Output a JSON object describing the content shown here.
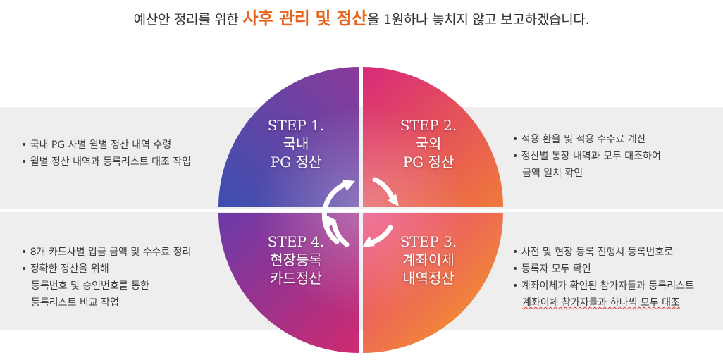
{
  "headline": {
    "prefix": "예산안 정리를 위한 ",
    "highlight": "사후 관리 및 정산",
    "suffix": "을 1원하나 놓치지 않고 보고하겠습니다."
  },
  "steps": [
    {
      "title": "STEP 1.",
      "line1": "국내",
      "line2": "PG 정산"
    },
    {
      "title": "STEP 2.",
      "line1": "국외",
      "line2": "PG 정산"
    },
    {
      "title": "STEP 3.",
      "line1": "계좌이체",
      "line2": "내역정산"
    },
    {
      "title": "STEP 4.",
      "line1": "현장등록",
      "line2": "카드정산"
    }
  ],
  "notes": {
    "top_left": [
      "• 국내 PG 사별 월별 정산 내역 수령",
      "• 월별 정산 내역과 등록리스트 대조 작업"
    ],
    "top_right": [
      "• 적용 환율 및 적용 수수료 계산",
      "• 정산별 통장 내역과 모두 대조하여",
      "금액 일치 확인"
    ],
    "bottom_left": [
      "• 8개 카드사별 입금 금액 및 수수료 정리",
      "• 정확한 정산을 위해",
      "등록번호 및 승인번호를 통한",
      "등록리스트 비교 작업"
    ],
    "bottom_right": [
      "• 사전 및 현장 등록 진행시 등록번호로",
      "•  등록자 모두 확인",
      "• 계좌이체가 확인된 참가자들과 등록리스트",
      "계좌이체 참가자들과 하나씩 모두 대조"
    ]
  },
  "colors": {
    "accent": "#e7661f",
    "band": "#eeeeee",
    "q1": "#4a3fa0",
    "q2": "#e0307a",
    "q3": "#f07a20",
    "q4": "#a0288a"
  },
  "icons": [
    "cycle-arrows-icon"
  ]
}
